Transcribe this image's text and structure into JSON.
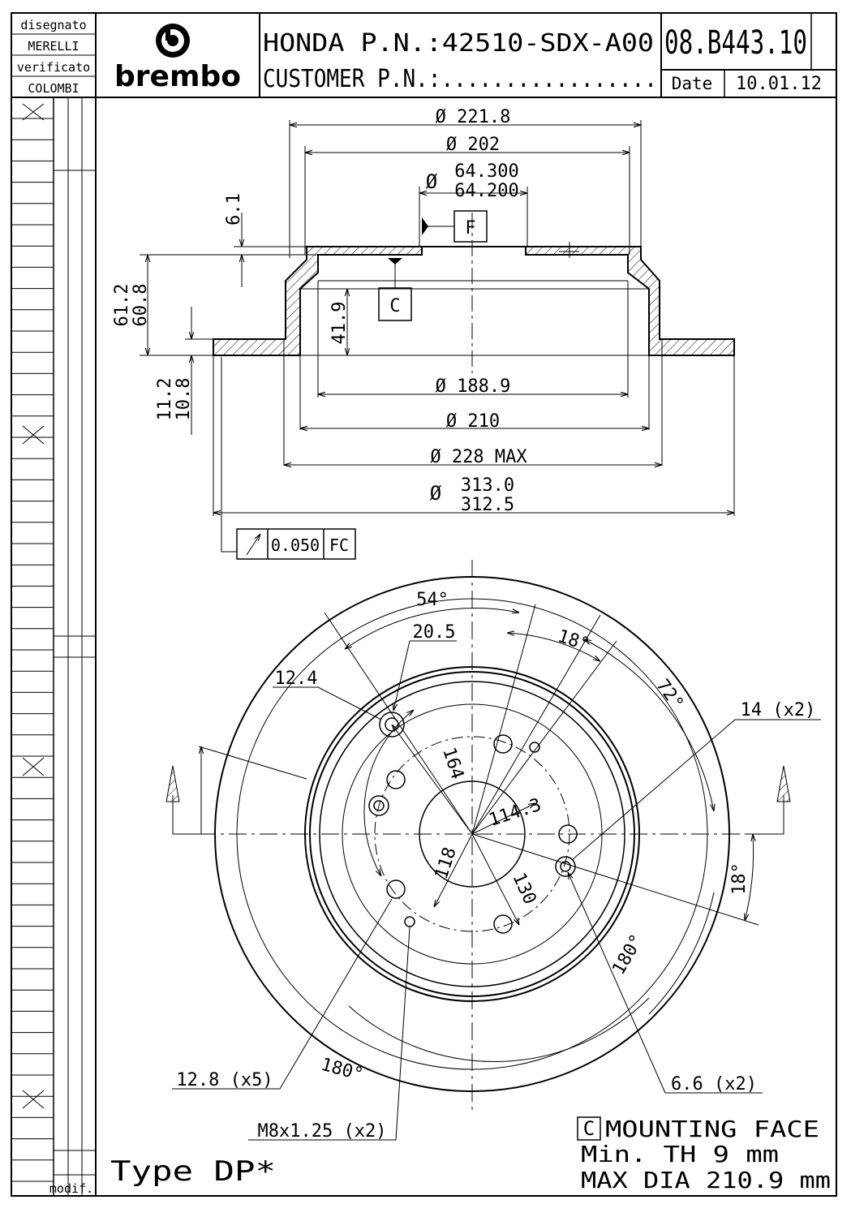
{
  "title_block": {
    "drawn_label": "disegnato",
    "drawn_by": "MERELLI",
    "checked_label": "verificato",
    "checked_by": "COLOMBI",
    "brand": "brembo",
    "oem_line": "HONDA P.N.:42510-SDX-A00",
    "customer_line": "CUSTOMER P.N.:.................",
    "part_number": "08.B443.10",
    "date_label": "Date",
    "date_value": "10.01.12",
    "modif_label": "modif."
  },
  "section_dims": {
    "d_outer_hat": "221.8",
    "d_202": "202",
    "d_bore_max": "64.300",
    "d_bore_min": "64.200",
    "hat_top": "6.1",
    "height_a": "61.2",
    "height_b": "60.8",
    "inner_depth": "41.9",
    "th_a": "11.2",
    "th_b": "10.8",
    "d_188": "188.9",
    "d_210": "210",
    "d_228": "228 MAX",
    "d_313": "313.0",
    "d_312": "312.5",
    "datum_f": "F",
    "datum_c": "C",
    "runout_value": "0.050",
    "runout_ref": "FC",
    "diameter_symbol": "Ø"
  },
  "plan_dims": {
    "ang_54": "54°",
    "ang_18_top": "18°",
    "ang_72": "72°",
    "ang_18_right": "18°",
    "ang_180_right": "180°",
    "ang_180_bottom": "180°",
    "d_20_5": "20.5",
    "d_12_4": "12.4",
    "d_164": "164",
    "d_114_3": "114.3",
    "d_118": "118",
    "d_130": "130",
    "holes_14": "14 (x2)",
    "holes_12_8": "12.8 (x5)",
    "holes_6_6": "6.6 (x2)",
    "thread": "M8x1.25 (x2)"
  },
  "notes": {
    "mounting_c": "C",
    "mounting_face": "MOUNTING FACE",
    "min_th": "Min. TH 9 mm",
    "max_dia": "MAX DIA 210.9 mm",
    "type": "Type DP*"
  }
}
